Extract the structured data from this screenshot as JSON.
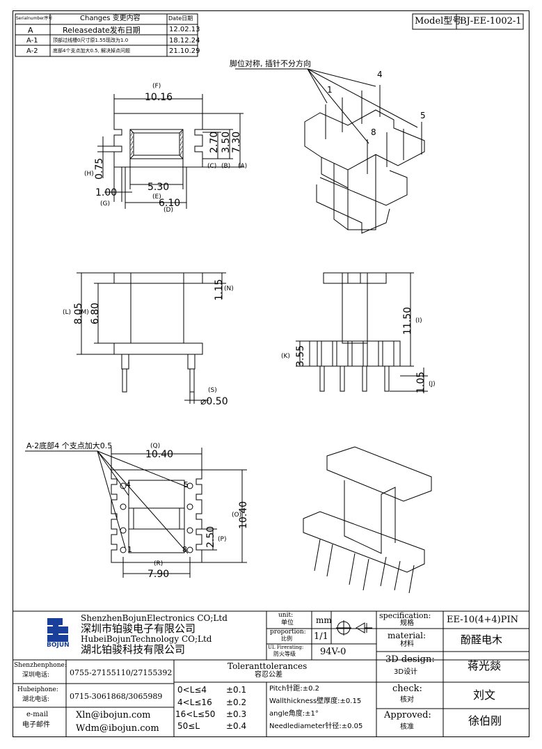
{
  "revision_table": {
    "headers": {
      "serial": "Serialnumber序号",
      "changes": "Changes 变更内容",
      "date": "Date日期"
    },
    "rows": [
      {
        "serial": "A",
        "change": "Releasedate发布日期",
        "date": "12.02.13"
      },
      {
        "serial": "A-1",
        "change": "顶部过线槽0尺寸原1.55现改为1.0",
        "date": "18.12.24"
      },
      {
        "serial": "A-2",
        "change": "底部4个支点加大0.5, 解决掉点问题",
        "date": "21.10.29"
      }
    ]
  },
  "model": {
    "label": "Model型号",
    "value": "BJ-EE-1002-1"
  },
  "notes": {
    "pin_note": "脚位对称, 插针不分方向",
    "a2_note": "A-2底部4 个支点加大0.5"
  },
  "pin_numbers": {
    "p1": "1",
    "p4": "4",
    "p5": "5",
    "p8": "8"
  },
  "top_view": {
    "F_label": "(F)",
    "F_value": "10.16",
    "E_value": "5.30",
    "E_label": "(E)",
    "D_value": "6.10",
    "D_label": "(D)",
    "C_value": "2.70",
    "C_label": "(C)",
    "B_value": "3.50",
    "B_label": "(B)",
    "A_value": "7.30",
    "A_label": "(A)",
    "H_label": "(H)",
    "H_value": "0.75",
    "G_value": "1.00",
    "G_label": "(G)"
  },
  "front_view": {
    "L_label": "(L)",
    "L_value": "8.05",
    "M_label": "(M)",
    "M_value": "6.80",
    "N_value": "1.15",
    "N_label": "(N)",
    "S_label": "(S)",
    "S_value": "⌀0.50"
  },
  "side_view": {
    "I_value": "11.50",
    "I_label": "(I)",
    "K_label": "(K)",
    "K_value": "3.55",
    "J_value": "1.05",
    "J_label": "(J)"
  },
  "bottom_view": {
    "Q_label": "(Q)",
    "Q_value": "10.40",
    "O_label": "(O)",
    "O_value": "10.40",
    "P_value": "2.50",
    "P_label": "(P)",
    "R_label": "(R)",
    "R_value": "7.90"
  },
  "title_block": {
    "company_en_1": "ShenzhenBojunElectronics CO;Ltd",
    "company_cn_1": "深圳市铂骏电子有限公司",
    "company_en_2": "HubeiBojunTechnology CO;Ltd",
    "company_cn_2": "湖北铂骏科技有限公司",
    "logo_text": "BOJUN",
    "unit_label": "unit:",
    "unit_label_cn": "单位",
    "unit_value": "mm",
    "proportion_label": "proportion:",
    "proportion_label_cn": "比例",
    "proportion_value": "1/1",
    "ul_label": "UL Firerating:",
    "ul_label_cn": "防火等级",
    "ul_value": "94V-0",
    "spec_label": "specification:",
    "spec_label_cn": "规格",
    "spec_value": "EE-10(4+4)PIN",
    "material_label": "material:",
    "material_label_cn": "材料",
    "material_value": "酚醛电木",
    "design_label": "3D design:",
    "design_label_cn": "3D设计",
    "design_value": "蒋光燚",
    "check_label": "check:",
    "check_label_cn": "核对",
    "check_value": "刘文",
    "approved_label": "Approved:",
    "approved_label_cn": "核准",
    "approved_value": "徐伯刚",
    "sz_phone_label": "Shenzhenphone:",
    "sz_phone_label_cn": "深圳电话:",
    "sz_phone": "0755-27155110/27155392",
    "hb_phone_label": "Hubeiphone:",
    "hb_phone_label_cn": "湖北电话:",
    "hb_phone": "0715-3061868/3065989",
    "email_label": "e-mail",
    "email_label_cn": "电子邮件",
    "email_1": "Xln@ibojun.com",
    "email_2": "Wdm@ibojun.com",
    "tol_title": "Toleranttolerances",
    "tol_title_cn": "容忍公差",
    "tolerances": [
      {
        "range": "0<L≤4",
        "tol": "±0.1"
      },
      {
        "range": "4<L≤16",
        "tol": "±0.2"
      },
      {
        "range": "16<L≤50",
        "tol": "±0.3"
      },
      {
        "range": "50≤L",
        "tol": "±0.4"
      }
    ],
    "tol_notes": [
      "Pitch针距:±0.2",
      "Wallthickness壁厚度:±0.15",
      "angle角度:±1°",
      "Needlediameter针径:±0.05"
    ]
  }
}
